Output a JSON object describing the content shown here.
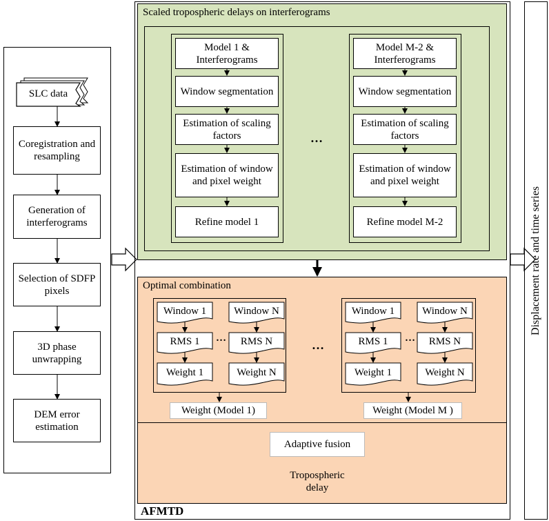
{
  "left_panel": {
    "steps": [
      "SLC data",
      "Coregistration and resampling",
      "Generation of interferograms",
      "Selection of SDFP pixels",
      "3D phase unwrapping",
      "DEM error estimation"
    ]
  },
  "scaled": {
    "title": "Scaled tropospheric delays on interferograms",
    "col1": [
      "Model 1 & Interferograms",
      "Window segmentation",
      "Estimation of scaling factors",
      "Estimation of window and pixel weight",
      "Refine model 1"
    ],
    "col2": [
      "Model M-2 & Interferograms",
      "Window segmentation",
      "Estimation of scaling factors",
      "Estimation of window and pixel weight",
      "Refine model M-2"
    ],
    "ellipsis": "…"
  },
  "optimal": {
    "title": "Optimal combination",
    "group1": {
      "w1": "Window 1",
      "wn": "Window N",
      "r1": "RMS 1",
      "rn": "RMS N",
      "g1": "Weight 1",
      "gn": "Weight N",
      "out": "Weight (Model 1)"
    },
    "group2": {
      "w1": "Window 1",
      "wn": "Window N",
      "r1": "RMS 1",
      "rn": "RMS N",
      "g1": "Weight 1",
      "gn": "Weight N",
      "out": "Weight (Model M )"
    },
    "ellipsis": "…",
    "inner_ellipsis": "…"
  },
  "fusion": {
    "adaptive": "Adaptive fusion",
    "delay": "Tropospheric delay"
  },
  "afmtd_label": "AFMTD",
  "right_panel": {
    "label": "Displacement rate and time series"
  }
}
